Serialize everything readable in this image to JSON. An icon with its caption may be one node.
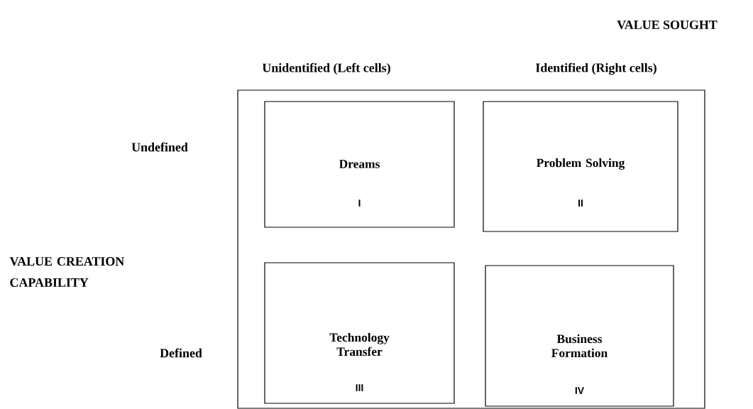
{
  "diagram": {
    "nodes": [
      {
        "text": [],
        "shape": "box"
      },
      {
        "text": [
          "Dreams",
          "I"
        ],
        "in": 0
      },
      {
        "text": [
          "Problem Solving",
          "II"
        ],
        "in": 0
      },
      {
        "text": [
          "Technology Transfer",
          "III"
        ],
        "in": 0
      },
      {
        "text": [
          "Business Formation",
          "IV"
        ],
        "in": 0
      }
    ],
    "labels": [
      "VALUE SOUGHT",
      "Unidentified (Left cells)",
      "Identified (Right cells)",
      "Undefined",
      "VALUE CREATION CAPABILITY",
      "Defined"
    ]
  }
}
